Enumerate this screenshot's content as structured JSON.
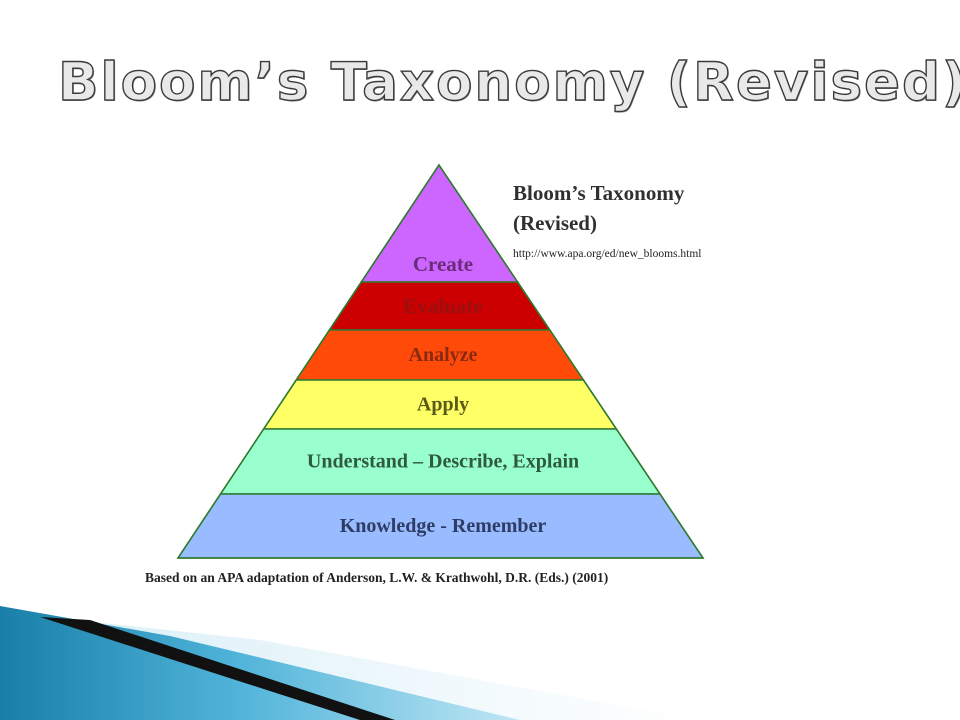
{
  "slide": {
    "title": "Bloom’s Taxonomy (Revised)"
  },
  "diagram": {
    "side_title_line1": "Bloom’s Taxonomy",
    "side_title_line2": "(Revised)",
    "source_url": "http://www.apa.org/ed/new_blooms.html",
    "citation": "Based on an APA adaptation of Anderson, L.W. & Krathwohl, D.R. (Eds.) (2001)",
    "tiers": [
      {
        "label": "Create",
        "fill": "#cc66ff",
        "text_color": "#6a2c7a"
      },
      {
        "label": "Evaluate",
        "fill": "#cc0000",
        "text_color": "#991010"
      },
      {
        "label": "Analyze",
        "fill": "#ff4a0a",
        "text_color": "#8a2a10"
      },
      {
        "label": "Apply",
        "fill": "#ffff66",
        "text_color": "#5a5a18"
      },
      {
        "label": "Understand – Describe, Explain",
        "fill": "#99ffcc",
        "text_color": "#2f5a42"
      },
      {
        "label": "Knowledge - Remember",
        "fill": "#99bbff",
        "text_color": "#2e3d66"
      }
    ],
    "outline_color": "#2f7a2f"
  }
}
